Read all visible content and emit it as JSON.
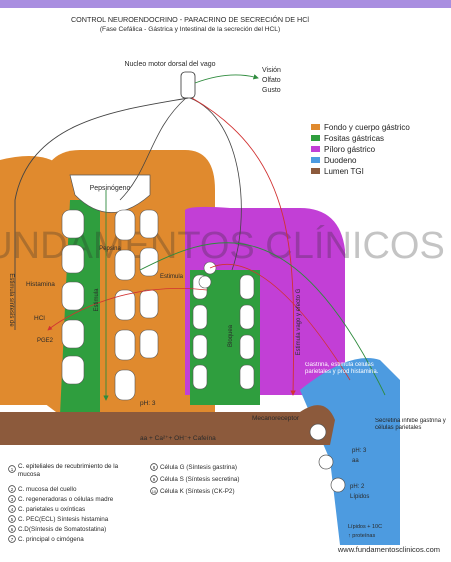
{
  "title": {
    "line1": "CONTROL NEUROENDOCRINO - PARACRINO DE SECRECIÓN DE HCl",
    "line2": "(Fase Cefálica - Gástrica y Intestinal de la secreción del HCL)"
  },
  "brain": {
    "nucleus": "Nucleo motor dorsal del vago",
    "senses": [
      "Visión",
      "Olfato",
      "Gusto"
    ]
  },
  "legend": [
    {
      "label": "Fondo y cuerpo gástrico",
      "color": "#e08a2e"
    },
    {
      "label": "Fositas gástricas",
      "color": "#2f9e3e"
    },
    {
      "label": "Píloro gástrico",
      "color": "#c23fd6"
    },
    {
      "label": "Duodeno",
      "color": "#4d9be0"
    },
    {
      "label": "Lumen TGI",
      "color": "#8c5a3c"
    }
  ],
  "labels": {
    "pepsinogen": "Pepsinógeno",
    "pepsina": "Pepsina",
    "histamina": "Histamina",
    "hcl": "HCl",
    "pge2": "PGE2",
    "estimula_left": "Estimula síntesis de",
    "estimula_vertical": "Estimula",
    "estimula_mid": "Estimula",
    "bloquea": "Bloquea",
    "estimula_vago": "Estimula vago y efecto G",
    "ph_lumen": "pH: 3",
    "lumen_chems": "aa + Ca²⁺+ OH⁻+ Cafeína",
    "mecanoreceptor": "Mecanoreceptor",
    "gastrina_note": "Gastrina, estimula células parietales y prod histamina.",
    "secretina_note": "Secretina inhibe gastrina y células parietales",
    "duod_ph3": "pH: 3",
    "duod_aa": "aa",
    "duod_ph2": "pH: 2",
    "duod_lipidos": "Lípidos",
    "duod_bottom1": "Lípidos + 10C",
    "duod_bottom2": "↑ proteínas"
  },
  "cell_key_left": [
    {
      "num": "1",
      "text": "C. epiteliales de recubrimiento de la mucosa"
    },
    {
      "num": "2",
      "text": "C. mucosa del cuello"
    },
    {
      "num": "3",
      "text": "C. regeneradoras o células madre"
    },
    {
      "num": "4",
      "text": "C. parietales u oxínticas"
    },
    {
      "num": "5",
      "text": "C. PEC(ECL) Síntesis histamina"
    },
    {
      "num": "6",
      "text": "C.D(Síntesis de Somatostatina)"
    },
    {
      "num": "7",
      "text": "C. principal o cimógena"
    }
  ],
  "cell_key_right": [
    {
      "num": "8",
      "text": "Célula G (Síntesis gastrina)"
    },
    {
      "num": "9",
      "text": "Célula S (Síntesis secretina)"
    },
    {
      "num": "10",
      "text": "Célula K (Síntesis (CK-P2)"
    }
  ],
  "watermark": "UNDAMENTOS CLÍNICOS",
  "website": "www.fundamentosclinicos.com"
}
